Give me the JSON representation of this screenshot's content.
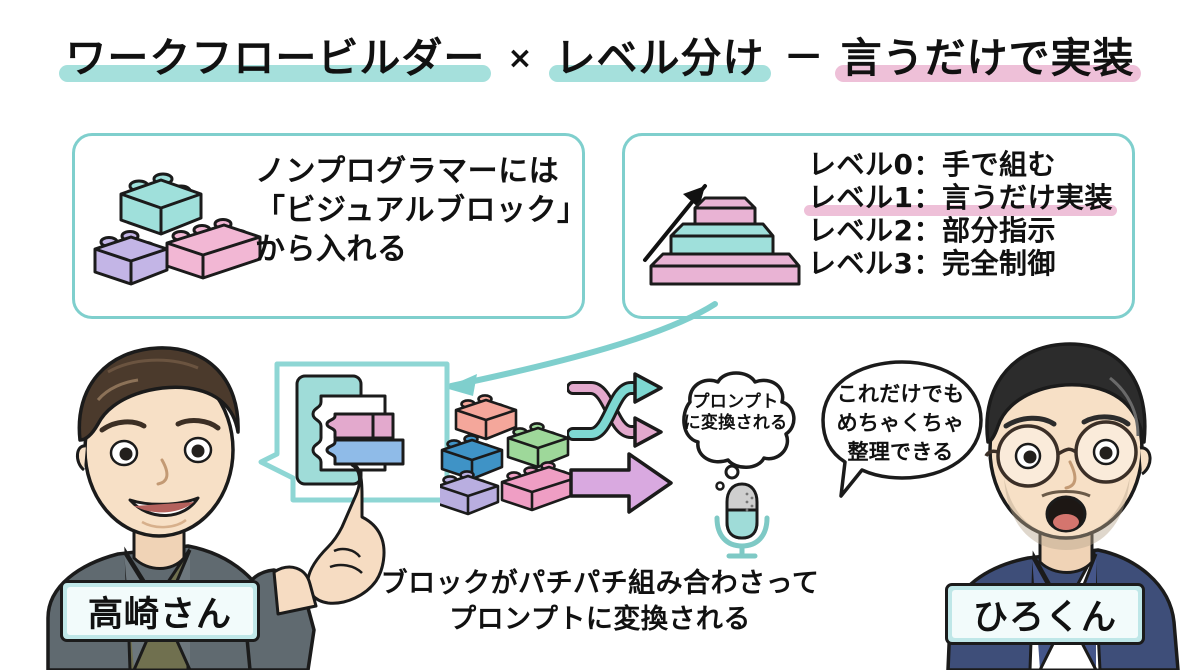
{
  "title": {
    "segments": [
      {
        "text": "ワークフロービルダー",
        "highlight": "#a5e0dc"
      },
      {
        "text": "×"
      },
      {
        "text": "レベル分け",
        "highlight": "#a5e0dc"
      },
      {
        "text": "—"
      },
      {
        "text": "言うだけで実装",
        "highlight": "#eec0d8"
      }
    ],
    "full": "ワークフロービルダー × レベル分け — 言うだけで実装"
  },
  "left_card": {
    "icon": "lego-bricks-icon",
    "line1": "ノンプログラマーには",
    "line2_open": "「",
    "line2_emphasis": "ビジュアルブロック",
    "line2_close": "」",
    "line3": "から入れる"
  },
  "right_card": {
    "icon": "rising-steps-icon",
    "levels": [
      {
        "label": "レベル0：手で組む",
        "highlighted": false
      },
      {
        "label": "レベル1：言うだけ実装",
        "highlighted": true
      },
      {
        "label": "レベル2：部分指示",
        "highlighted": false
      },
      {
        "label": "レベル3：完全制御",
        "highlighted": false
      }
    ]
  },
  "builder": {
    "icon": "workflow-builder-icon",
    "block_colors": [
      "#e3a9cd",
      "#8fbbe8"
    ]
  },
  "center": {
    "blocks_icon": "lego-block-pile-icon",
    "block_colors": [
      "#f4a79b",
      "#3f93c6",
      "#9ed89a",
      "#b9aee0",
      "#ef9ec4"
    ],
    "shuffle_icon": "shuffle-arrows-icon",
    "big_arrow_icon": "right-arrow-icon",
    "mic_icon": "microphone-icon",
    "thought_bubble": {
      "line1": "プロンプト",
      "line2": "に変換される"
    }
  },
  "right_speech": {
    "line1": "これだけでも",
    "line2": "めちゃくちゃ",
    "line3": "整理できる"
  },
  "people": {
    "left": {
      "name_plate": "高崎さん",
      "avatar": "takasaki-avatar"
    },
    "right": {
      "name_plate": "ひろくん",
      "avatar": "hiro-avatar"
    }
  },
  "caption": {
    "line1": "ブロックがパチパチ組み合わさって",
    "line2": "プロンプトに変換される"
  },
  "colors": {
    "teal": "#7fcfcd",
    "teal_light": "#a5e0dc",
    "pink": "#eec0d8",
    "ink": "#1b1b1b"
  }
}
